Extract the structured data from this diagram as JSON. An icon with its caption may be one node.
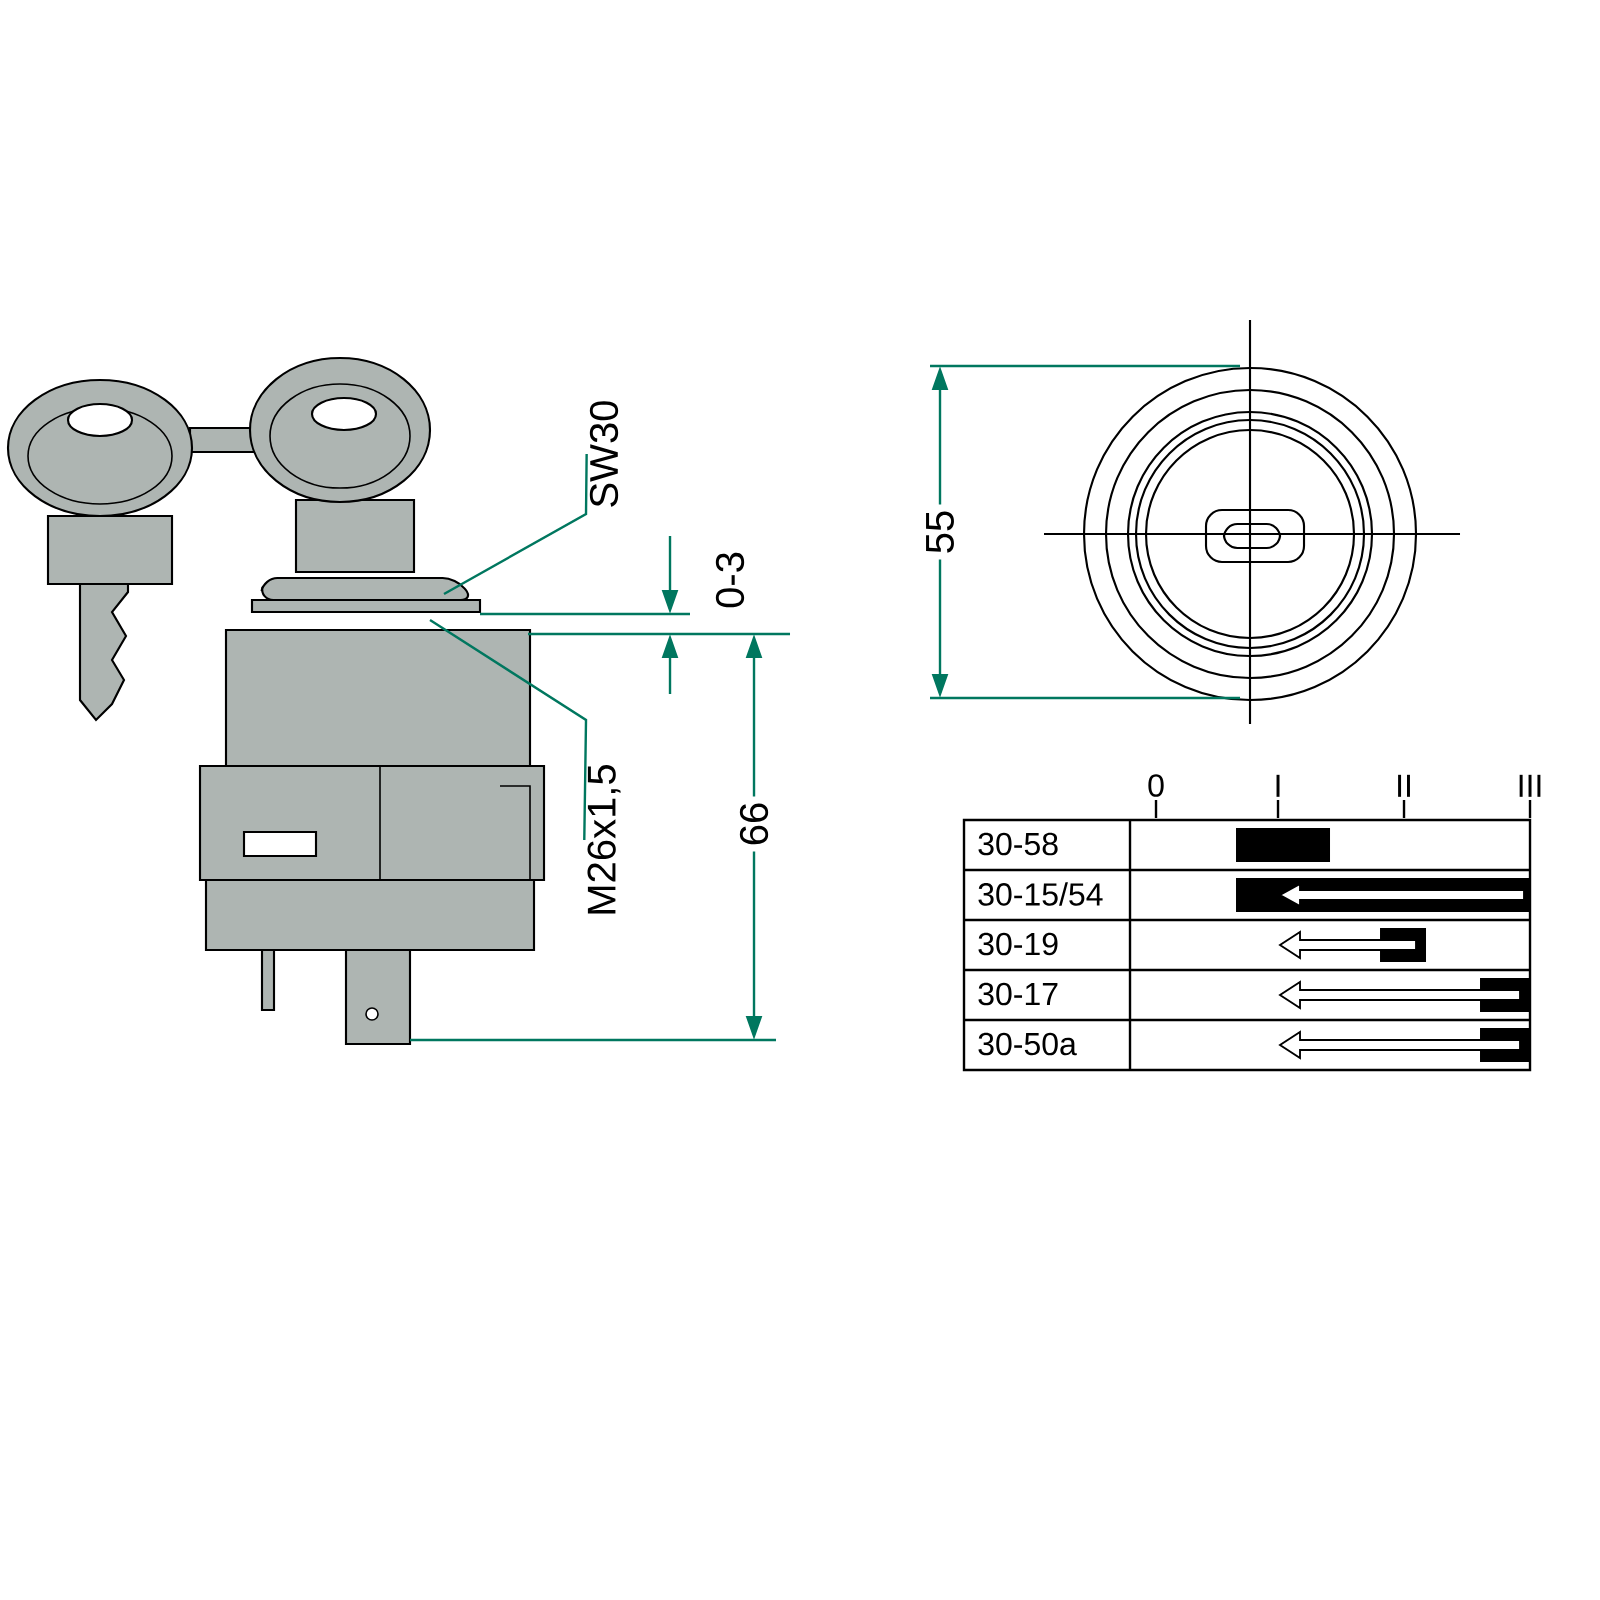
{
  "diagram": {
    "nodes": [
      {
        "text": [
          "SW30"
        ]
      },
      {
        "text": [
          "M26x1,5"
        ]
      }
    ],
    "edges": [
      {
        "from": 0,
        "to": null,
        "arrow": "none"
      },
      {
        "from": 1,
        "to": null,
        "arrow": "none"
      }
    ],
    "labels": [
      "0-3",
      "66",
      "55",
      "0",
      "I",
      "II",
      "III",
      "30-58",
      "30-15/54",
      "30-19",
      "30-17",
      "30-50a"
    ]
  }
}
